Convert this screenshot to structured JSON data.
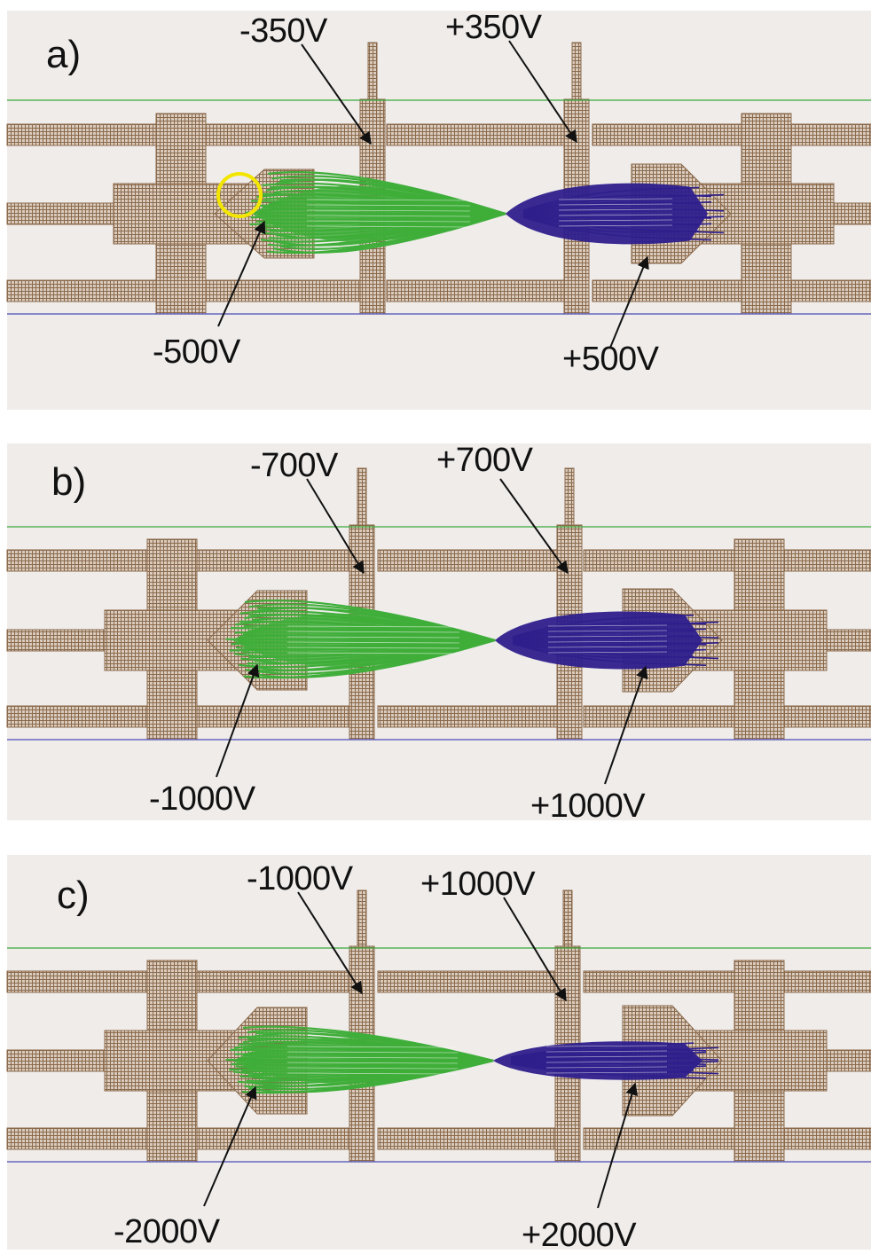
{
  "panels": [
    {
      "label": "a)",
      "left_outer": "-500V",
      "left_inner": "-350V",
      "right_inner": "+350V",
      "right_outer": "+500V",
      "marker": "yellow-circle"
    },
    {
      "label": "b)",
      "left_outer": "-1000V",
      "left_inner": "-700V",
      "right_inner": "+700V",
      "right_outer": "+1000V"
    },
    {
      "label": "c)",
      "left_outer": "-2000V",
      "left_inner": "-1000V",
      "right_inner": "+1000V",
      "right_outer": "+2000V"
    }
  ],
  "colors": {
    "background": "#efecea",
    "electrode": "#8b6a4c",
    "ion_negative": "#3fae3a",
    "ion_positive": "#2e1f8c",
    "top_line": "#3aa83a",
    "bottom_line": "#4b4bb8",
    "marker": "#f2e600",
    "arrow": "#111111"
  }
}
